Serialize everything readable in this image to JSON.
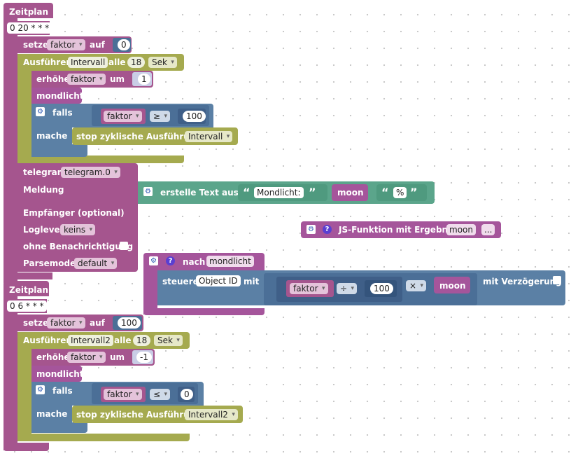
{
  "block1": {
    "title": "Zeitplan",
    "cron": "0 20 * * *",
    "set": {
      "label": "setze",
      "var": "faktor",
      "to": "auf",
      "value": "0"
    },
    "interval": {
      "label": "Ausführen",
      "name": "Intervall",
      "every": "alle",
      "count": "18",
      "unit": "Sek"
    },
    "inc": {
      "label": "erhöhe",
      "var": "faktor",
      "by": "um",
      "value": "1"
    },
    "call": "mondlicht",
    "if": {
      "label": "falls",
      "var": "faktor",
      "op": "≥",
      "value": "100",
      "do": "mache"
    },
    "stop": {
      "label": "stop zyklische Ausführung",
      "target": "Intervall"
    }
  },
  "telegram": {
    "label": "telegram",
    "instance": "telegram.0",
    "message": "Meldung",
    "recipient": "Empfänger (optional)",
    "loglevel": "Loglevel",
    "loglevel_value": "keins",
    "silent": "ohne Benachrichtigung",
    "parsemode": "Parsemode",
    "parsemode_value": "default"
  },
  "text_join": {
    "label": "erstelle Text aus",
    "part1": "Mondlicht:",
    "part2": "moon",
    "part3": "%",
    "open_quote": "“",
    "close_quote": "”"
  },
  "js_function": {
    "label": "JS-Funktion mit Ergebnis",
    "name": "moon",
    "params": "..."
  },
  "procedure": {
    "label": "nach",
    "name": "mondlicht",
    "control": "steuere",
    "object": "Object ID",
    "with": "mit",
    "var": "faktor",
    "div": "÷",
    "div_value": "100",
    "mul": "×",
    "mul_target": "moon",
    "delay": "mit Verzögerung"
  },
  "block2": {
    "title": "Zeitplan",
    "cron": "0 6 * * *",
    "set": {
      "label": "setze",
      "var": "faktor",
      "to": "auf",
      "value": "100"
    },
    "interval": {
      "label": "Ausführen",
      "name": "Intervall2",
      "every": "alle",
      "count": "18",
      "unit": "Sek"
    },
    "inc": {
      "label": "erhöhe",
      "var": "faktor",
      "by": "um",
      "value": "-1"
    },
    "call": "mondlicht",
    "if": {
      "label": "falls",
      "var": "faktor",
      "op": "≤",
      "value": "0",
      "do": "mache"
    },
    "stop": {
      "label": "stop zyklische Ausführung",
      "target": "Intervall2"
    }
  },
  "icons": {
    "gear": "gear-icon",
    "help": "help-icon",
    "dropdown": "chevron-down-icon"
  },
  "colors": {
    "schedule": "#a5558e",
    "interval": "#a5aa4f",
    "logic": "#5b80a5",
    "text": "#5ba58b",
    "function": "#a5559b"
  }
}
